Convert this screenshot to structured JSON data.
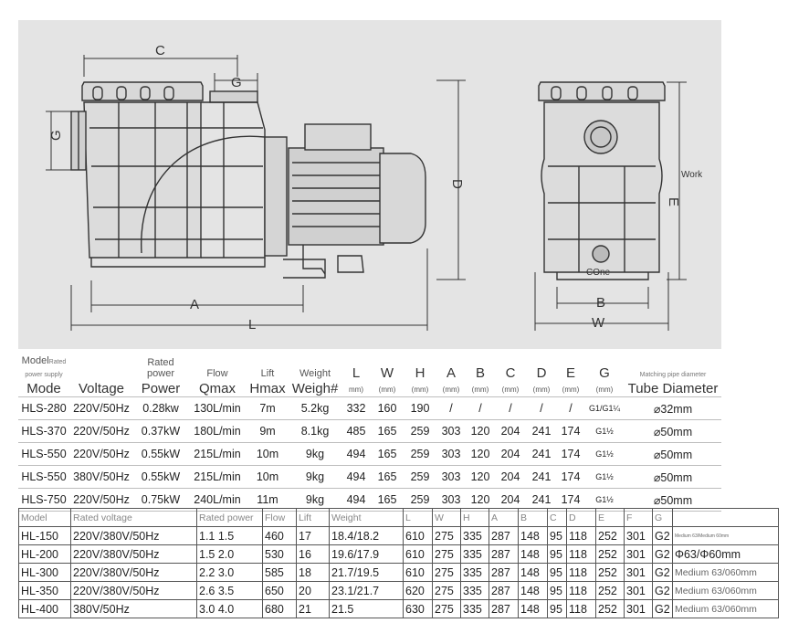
{
  "drawing": {
    "dims_side": [
      "C",
      "G",
      "G",
      "A",
      "L",
      "D"
    ],
    "dims_front": [
      "B",
      "W",
      "E"
    ],
    "note_work": "Work",
    "note_cone": "COne"
  },
  "spec_table_1": {
    "headers": [
      {
        "small": "Model",
        "tiny": "Rated power supply",
        "big": "Mode"
      },
      {
        "small": "",
        "tiny": "",
        "big": "Voltage"
      },
      {
        "small": "Rated power",
        "tiny": "",
        "big": "Power"
      },
      {
        "small": "Flow",
        "tiny": "",
        "big": "Qmax"
      },
      {
        "small": "Lift",
        "tiny": "",
        "big": "Hmax"
      },
      {
        "small": "Weight",
        "tiny": "",
        "big": "Weigh#"
      },
      {
        "small": "L",
        "tiny": "",
        "big": "mm)"
      },
      {
        "small": "W",
        "tiny": "",
        "big": "(mm)"
      },
      {
        "small": "H",
        "tiny": "",
        "big": "(mm)"
      },
      {
        "small": "A",
        "tiny": "",
        "big": "(mm)"
      },
      {
        "small": "B",
        "tiny": "",
        "big": "(mm)"
      },
      {
        "small": "C",
        "tiny": "",
        "big": "(mm)"
      },
      {
        "small": "D",
        "tiny": "",
        "big": "(mm)"
      },
      {
        "small": "E",
        "tiny": "",
        "big": "(mm)"
      },
      {
        "small": "G",
        "tiny": "",
        "big": "(mm)"
      },
      {
        "small": "",
        "tiny": "Matching pipe diameter",
        "big": "Tube Diameter"
      }
    ],
    "rows": [
      [
        "HLS-280",
        "220V/50Hz",
        "0.28kw",
        "130L/min",
        "7m",
        "5.2kg",
        "332",
        "160",
        "190",
        "/",
        "/",
        "/",
        "/",
        "/",
        "G1/G1¼",
        "⌀32mm"
      ],
      [
        "HLS-370",
        "220V/50Hz",
        "0.37kW",
        "180L/min",
        "9m",
        "8.1kg",
        "485",
        "165",
        "259",
        "303",
        "120",
        "204",
        "241",
        "174",
        "G1½",
        "⌀50mm"
      ],
      [
        "HLS-550",
        "220V/50Hz",
        "0.55kW",
        "215L/min",
        "10m",
        "9kg",
        "494",
        "165",
        "259",
        "303",
        "120",
        "204",
        "241",
        "174",
        "G1½",
        "⌀50mm"
      ],
      [
        "HLS-550",
        "380V/50Hz",
        "0.55kW",
        "215L/min",
        "10m",
        "9kg",
        "494",
        "165",
        "259",
        "303",
        "120",
        "204",
        "241",
        "174",
        "G1½",
        "⌀50mm"
      ],
      [
        "HLS-750",
        "220V/50Hz",
        "0.75kW",
        "240L/min",
        "11m",
        "9kg",
        "494",
        "165",
        "259",
        "303",
        "120",
        "204",
        "241",
        "174",
        "G1½",
        "⌀50mm"
      ]
    ]
  },
  "spec_table_2": {
    "headers": [
      "Model",
      "Rated voltage",
      "Rated power",
      "Flow",
      "Lift",
      "Weight",
      "L",
      "W",
      "H",
      "A",
      "B",
      "C",
      "D",
      "E",
      "F",
      "G",
      ""
    ],
    "rows": [
      [
        "HL-150",
        "220V/380V/50Hz",
        "1.1  1.5",
        "460",
        "17",
        "18.4/18.2",
        "610",
        "275",
        "335",
        "287",
        "148",
        "95",
        "118",
        "252",
        "301",
        "G2",
        "Medium 63/Medium 60mm"
      ],
      [
        "HL-200",
        "220V/380V/50Hz",
        "1.5  2.0",
        "530",
        "16",
        "19.6/17.9",
        "610",
        "275",
        "335",
        "287",
        "148",
        "95",
        "118",
        "252",
        "301",
        "G2",
        "Φ63/Φ60mm"
      ],
      [
        "HL-300",
        "220V/380V/50Hz",
        "2.2  3.0",
        "585",
        "18",
        "21.7/19.5",
        "610",
        "275",
        "335",
        "287",
        "148",
        "95",
        "118",
        "252",
        "301",
        "G2",
        "Medium 63/060mm"
      ],
      [
        "HL-350",
        "220V/380V/50Hz",
        "2.6  3.5",
        "650",
        "20",
        "23.1/21.7",
        "620",
        "275",
        "335",
        "287",
        "148",
        "95",
        "118",
        "252",
        "301",
        "G2",
        "Medium 63/060mm"
      ],
      [
        "HL-400",
        "380V/50Hz",
        "3.0  4.0",
        "680",
        "21",
        "21.5",
        "630",
        "275",
        "335",
        "287",
        "148",
        "95",
        "118",
        "252",
        "301",
        "G2",
        "Medium 63/060mm"
      ]
    ]
  }
}
